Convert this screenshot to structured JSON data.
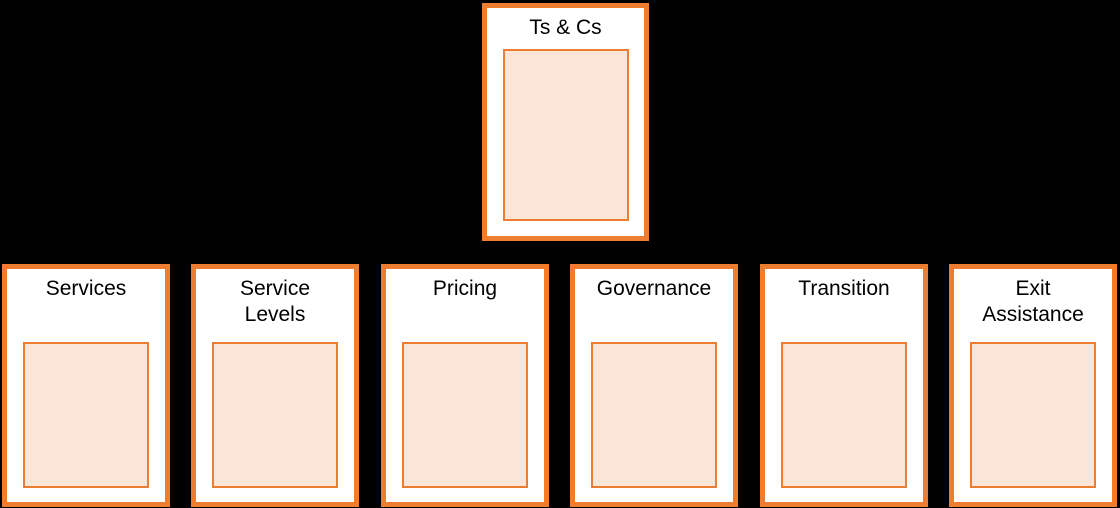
{
  "colors": {
    "background": "#000000",
    "box_border": "#ED7D31",
    "box_background": "#FFFFFF",
    "placeholder_fill": "#FBE5D6",
    "text": "#000000"
  },
  "diagram": {
    "root": {
      "label": "Ts & Cs"
    },
    "children": [
      {
        "label": "Services"
      },
      {
        "label": "Service Levels"
      },
      {
        "label": "Pricing"
      },
      {
        "label": "Governance"
      },
      {
        "label": "Transition"
      },
      {
        "label": "Exit Assistance"
      }
    ]
  }
}
